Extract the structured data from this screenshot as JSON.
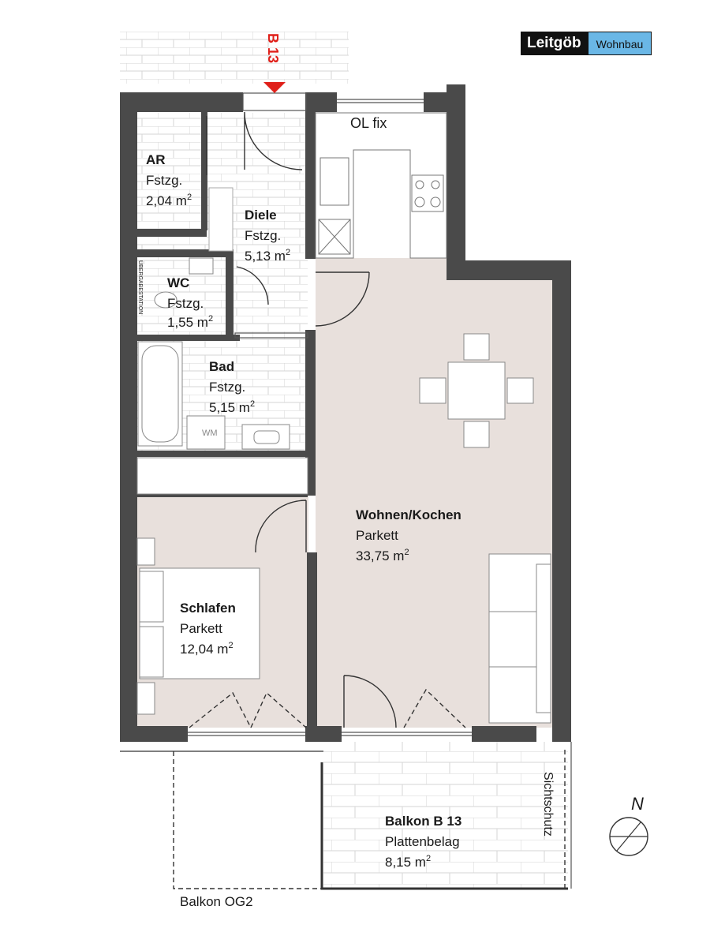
{
  "logo": {
    "brand": "Leitgöb",
    "sub": "Wohnbau"
  },
  "unit_marker": "B 13",
  "window_note": "OL fix",
  "compass": "N",
  "rooms": {
    "ar": {
      "name": "AR",
      "floor": "Fstzg.",
      "area": "2,04 m",
      "unit": "2"
    },
    "diele": {
      "name": "Diele",
      "floor": "Fstzg.",
      "area": "5,13 m",
      "unit": "2"
    },
    "wc": {
      "name": "WC",
      "floor": "Fstzg.",
      "area": "1,55 m",
      "unit": "2"
    },
    "bad": {
      "name": "Bad",
      "floor": "Fstzg.",
      "area": "5,15 m",
      "unit": "2"
    },
    "wohnen": {
      "name": "Wohnen/Kochen",
      "floor": "Parkett",
      "area": "33,75 m",
      "unit": "2"
    },
    "schlafen": {
      "name": "Schlafen",
      "floor": "Parkett",
      "area": "12,04 m",
      "unit": "2"
    },
    "balkon": {
      "name": "Balkon B 13",
      "floor": "Plattenbelag",
      "area": "8,15 m",
      "unit": "2"
    }
  },
  "labels": {
    "wm": "WM",
    "uebergabe": "ÜBERGABESTATION",
    "sichtschutz": "Sichtschutz",
    "balkon_og2": "Balkon OG2"
  },
  "colors": {
    "wall": "#4a4a4a",
    "living_floor": "#e8e0dc",
    "tile_line": "#d6d6d6",
    "marker": "#e0201a",
    "logo_accent": "#6ab7e6"
  }
}
